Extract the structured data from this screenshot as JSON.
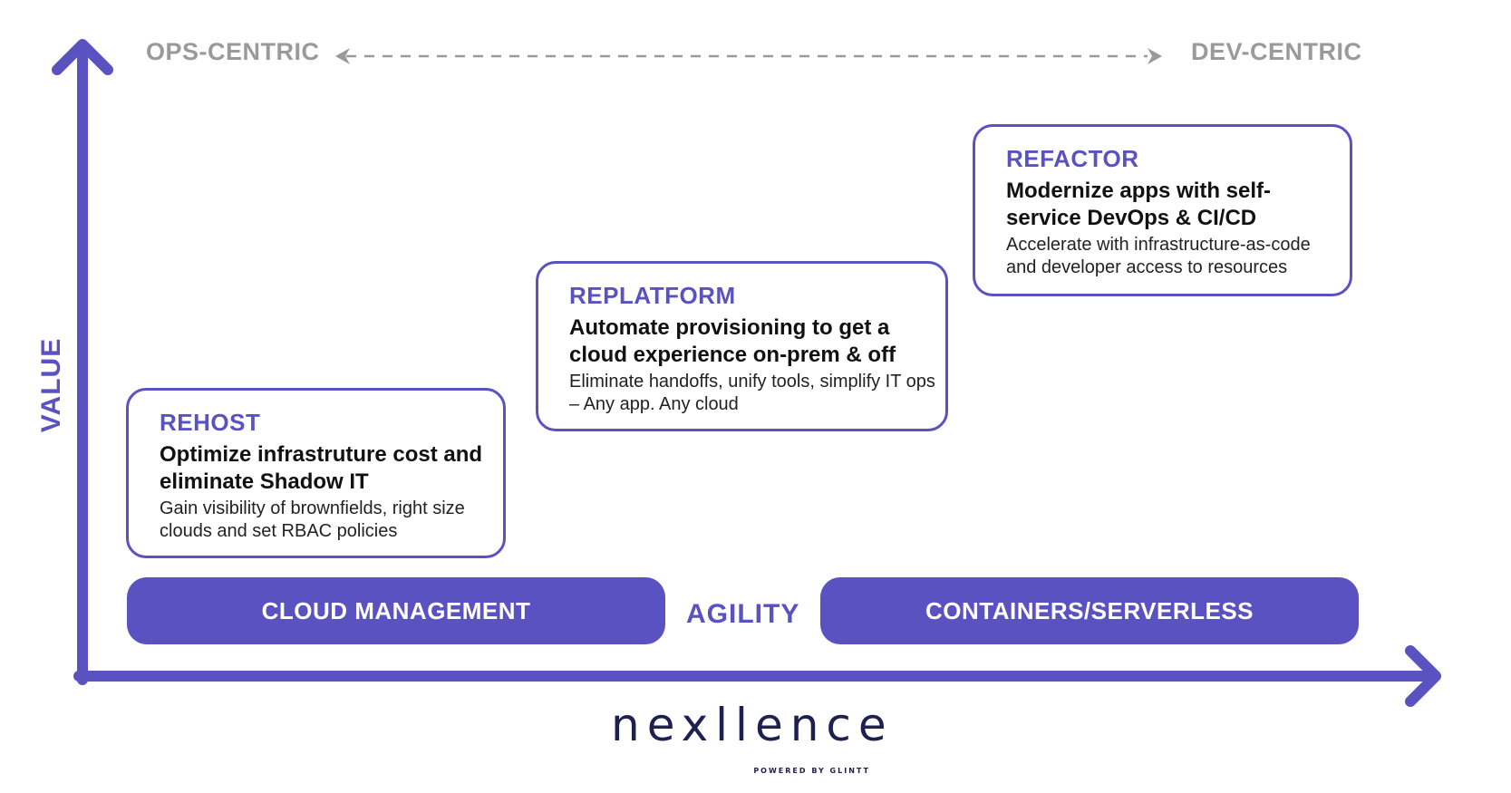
{
  "axes": {
    "y_label": "VALUE",
    "x_label": "AGILITY",
    "top_left_label": "OPS-CENTRIC",
    "top_right_label": "DEV-CENTRIC"
  },
  "stages": [
    {
      "title": "REHOST",
      "headline": "Optimize infrastruture cost and eliminate Shadow IT",
      "description": "Gain visibility of brownfields, right size clouds and set RBAC policies"
    },
    {
      "title": "REPLATFORM",
      "headline": "Automate provisioning to get a cloud experience on-prem & off",
      "description": "Eliminate handoffs, unify tools, simplify IT ops – Any app. Any cloud"
    },
    {
      "title": "REFACTOR",
      "headline": "Modernize apps with self-service DevOps & CI/CD",
      "description": "Accelerate with infrastructure-as-code and developer access to resources"
    }
  ],
  "categories": {
    "left": "CLOUD MANAGEMENT",
    "right": "CONTAINERS/SERVERLESS"
  },
  "logo": {
    "wordmark": "nexllence",
    "tagline": "POWERED BY GLINTT"
  },
  "colors": {
    "accent": "#5b52c2",
    "muted": "#9a9a9a",
    "logo": "#1e2150"
  }
}
